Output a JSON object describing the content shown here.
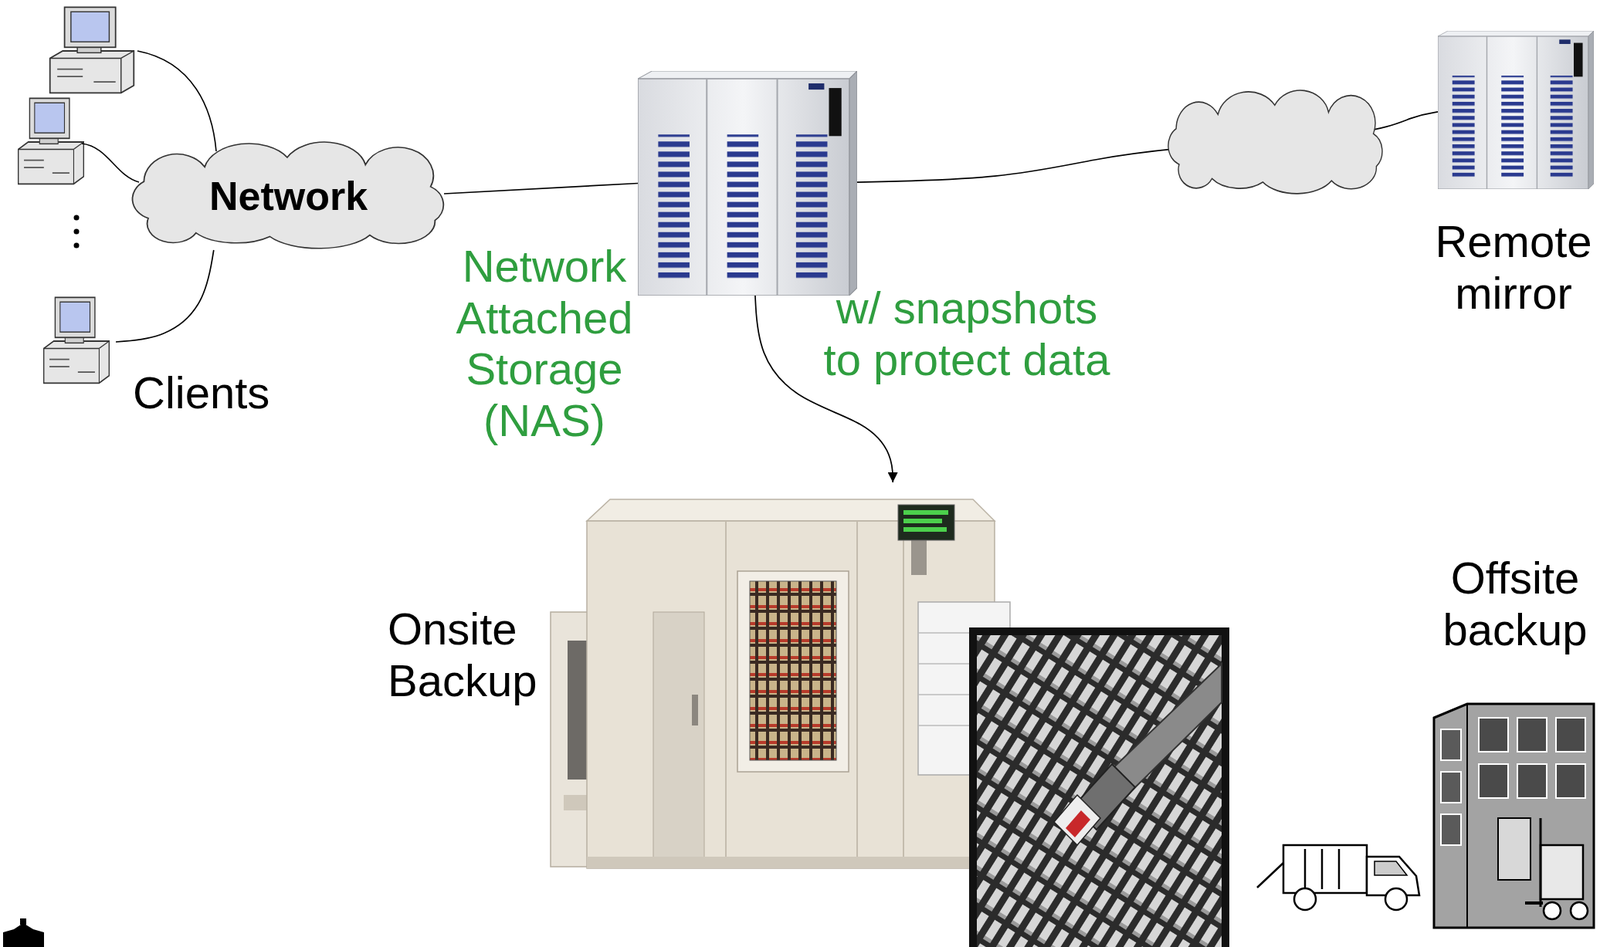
{
  "diagram": {
    "nodes": [
      {
        "text": [
          "Clients"
        ]
      },
      {
        "text": [
          "Network"
        ]
      },
      {
        "text": [
          "Network Attached Storage (NAS)"
        ]
      },
      {
        "text": [
          "Remote mirror"
        ]
      },
      {
        "text": [
          "Onsite Backup"
        ]
      },
      {
        "text": [
          "Offsite backup"
        ]
      }
    ],
    "edges": [
      {
        "from": 0,
        "to": 1,
        "arrow": "none"
      },
      {
        "from": 1,
        "to": 2,
        "arrow": "none"
      },
      {
        "from": 2,
        "to": 3,
        "arrow": "none"
      },
      {
        "from": 2,
        "to": 4,
        "arrow": "to"
      }
    ],
    "labels": [
      "w/ snapshots to protect data"
    ]
  }
}
